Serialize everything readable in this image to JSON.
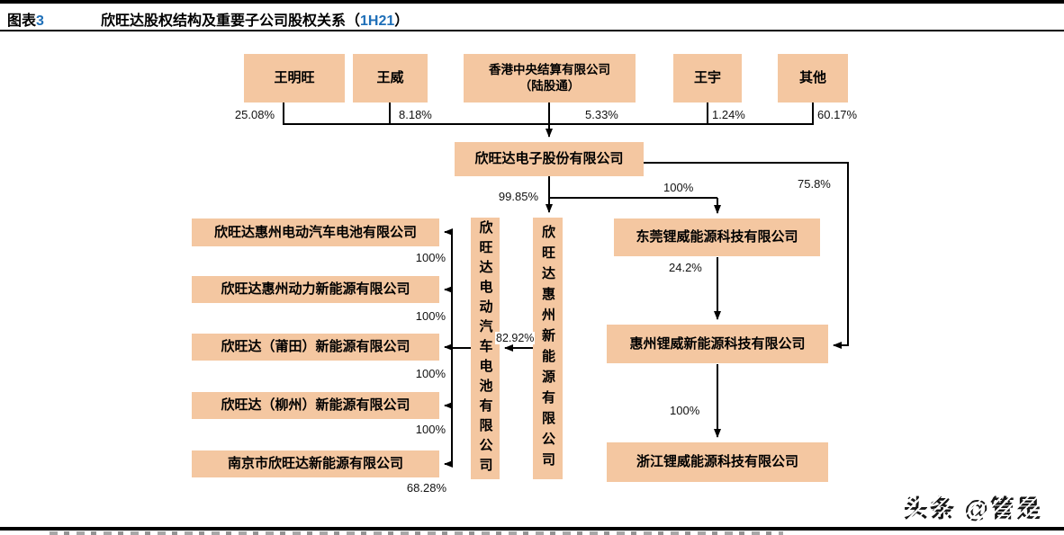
{
  "figure": {
    "label_prefix": "图表",
    "label_number": "3",
    "title_main": "欣旺达股权结构及重要子公司股权关系（",
    "title_period": "1H21",
    "title_suffix": "）"
  },
  "colors": {
    "box_fill": "#f4c7a1",
    "accent_blue": "#1e6fb8",
    "line": "#000000"
  },
  "shareholders": [
    {
      "name": "王明旺",
      "pct": "25.08%"
    },
    {
      "name": "王威",
      "pct": "8.18%"
    },
    {
      "name": "香港中央结算有限公司",
      "name_line2": "（陆股通）",
      "pct": "5.33%"
    },
    {
      "name": "王宇",
      "pct": "1.24%"
    },
    {
      "name": "其他",
      "pct": "60.17%"
    }
  ],
  "parent_company": {
    "name": "欣旺达电子股份有限公司"
  },
  "edges": {
    "parent_to_huizhou_new_energy": "99.85%",
    "parent_to_dongguan": "100%",
    "parent_to_huizhou_liwei_direct": "75.8%",
    "dongguan_to_huizhou_liwei": "24.2%",
    "huizhou_liwei_to_zhejiang": "100%",
    "huizhou_ne_to_ev_battery": "82.92%"
  },
  "vertical_companies": [
    {
      "name": "欣旺达电动汽车电池有限公司"
    },
    {
      "name": "欣旺达惠州新能源有限公司"
    }
  ],
  "left_subsidiaries": [
    {
      "name": "欣旺达惠州电动汽车电池有限公司",
      "pct": "100%"
    },
    {
      "name": "欣旺达惠州动力新能源有限公司",
      "pct": "100%"
    },
    {
      "name": "欣旺达（莆田）新能源有限公司",
      "pct": "100%"
    },
    {
      "name": "欣旺达（柳州）新能源有限公司",
      "pct": "100%"
    },
    {
      "name": "南京市欣旺达新能源有限公司",
      "pct": "68.28%"
    }
  ],
  "right_subsidiaries": [
    {
      "name": "东莞锂威能源科技有限公司"
    },
    {
      "name": "惠州锂威新能源科技有限公司"
    },
    {
      "name": "浙江锂威能源科技有限公司"
    }
  ],
  "watermark": "头条 @管是"
}
